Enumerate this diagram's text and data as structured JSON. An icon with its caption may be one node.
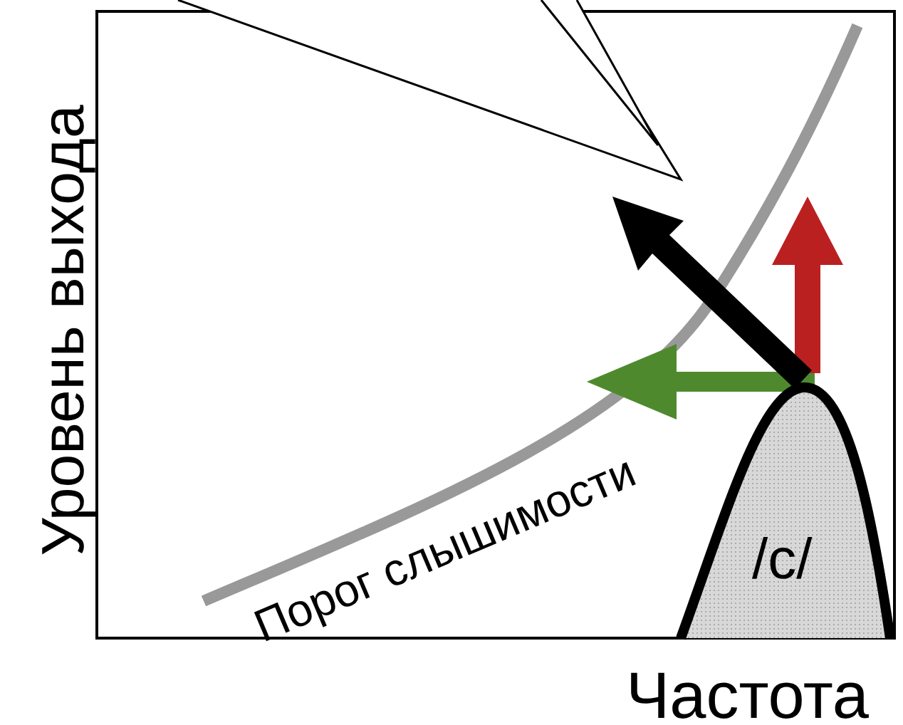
{
  "diagram": {
    "nodes": [
      {
        "text": [
          "/c/"
        ]
      }
    ],
    "labels": [
      "Уровень выхода",
      "Порог слышимости",
      "Частота"
    ]
  }
}
